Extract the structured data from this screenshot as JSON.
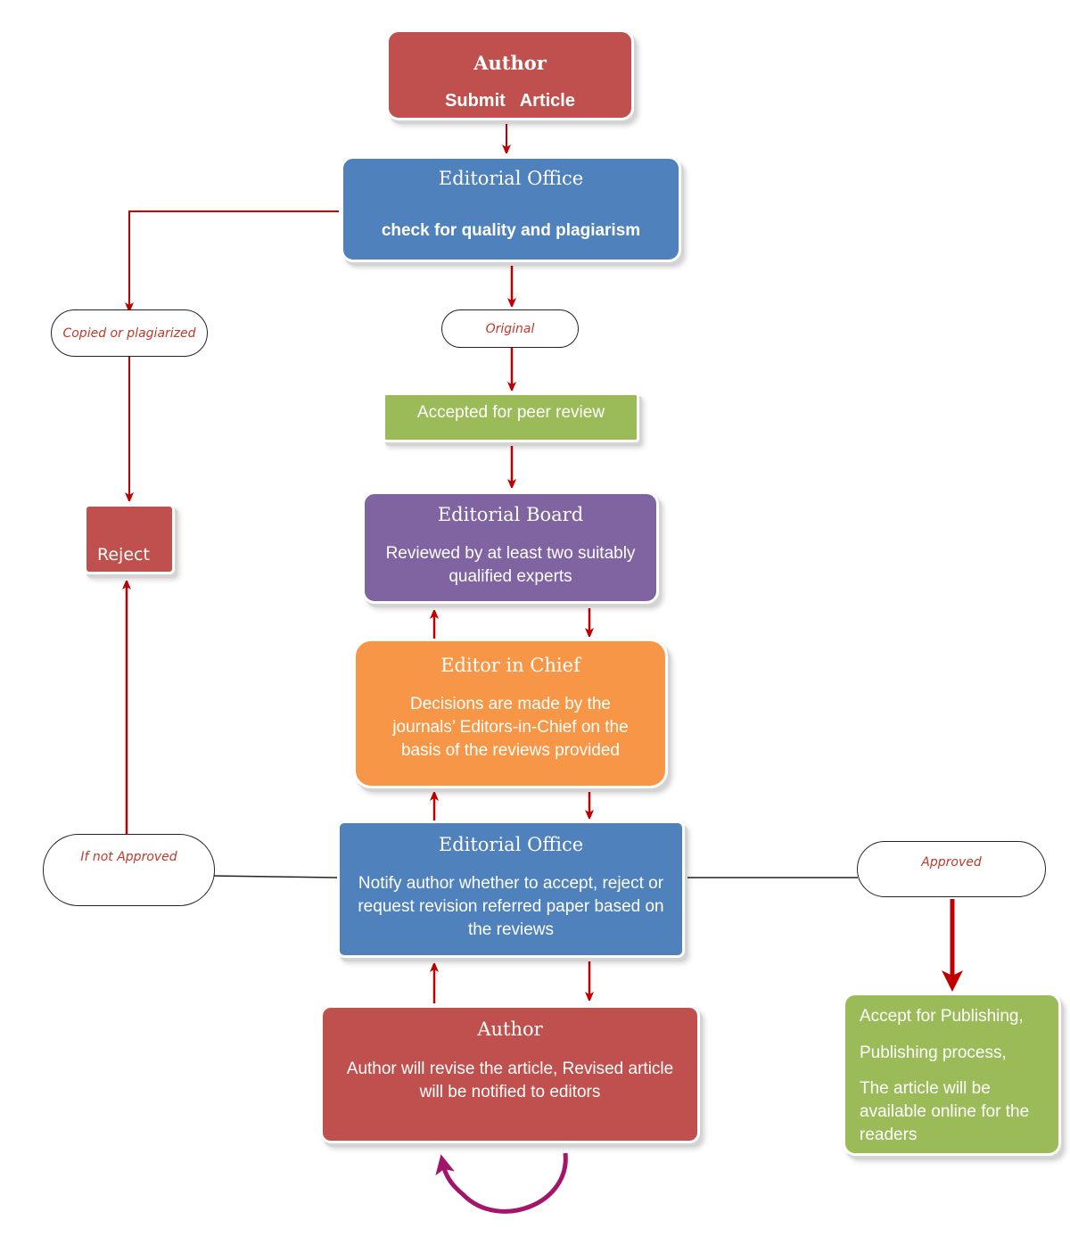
{
  "author_submit": {
    "title": "Author",
    "body": "Submit   Article"
  },
  "editorial_office_check": {
    "title": "Editorial Office",
    "body": "check for quality and plagiarism"
  },
  "label_copied": "Copied or plagiarized",
  "label_original": "Original",
  "accepted_peer_review": "Accepted for peer review",
  "reject": "Reject",
  "editorial_board": {
    "title": "Editorial Board",
    "body": "Reviewed by at least two suitably qualified experts"
  },
  "editor_in_chief": {
    "title": "Editor in Chief",
    "body": "Decisions are made by the journals’ Editors-in-Chief on the basis of the reviews provided"
  },
  "editorial_office_notify": {
    "title": "Editorial Office",
    "body": "Notify author whether to accept, reject or request revision referred paper based on the reviews"
  },
  "label_not_approved": "If not Approved",
  "label_approved": "Approved",
  "author_revise": {
    "title": "Author",
    "body": "Author will revise the article, Revised article will be notified to editors"
  },
  "publishing": {
    "line1": "Accept for Publishing,",
    "line2": "Publishing process,",
    "line3": "The article will be available online for the readers"
  },
  "colors": {
    "arrow": "#c00000",
    "loop_arrow": "#a3156b",
    "red": "#c0504d",
    "blue": "#4f81bd",
    "green": "#9bbb59",
    "purple": "#8064a2",
    "orange": "#f79646"
  }
}
